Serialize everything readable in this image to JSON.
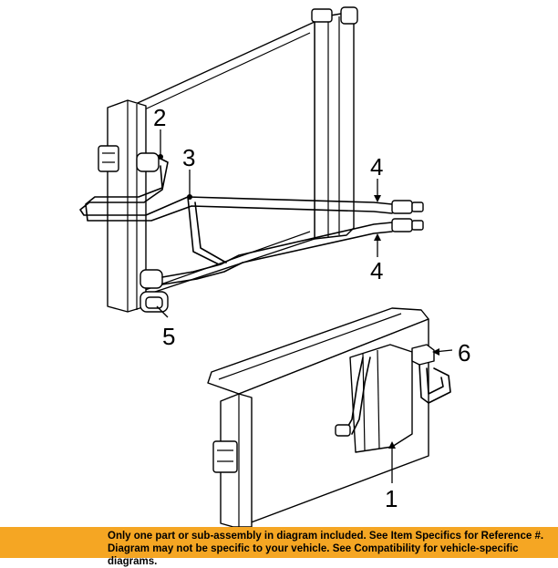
{
  "callouts": {
    "c1": "1",
    "c2": "2",
    "c3": "3",
    "c4a": "4",
    "c4b": "4",
    "c5": "5",
    "c6": "6"
  },
  "disclaimer": {
    "line1": "Only one part or sub-assembly in diagram included. See Item Specifics for Reference #.",
    "line2": "Diagram may not be specific to your vehicle. See Compatibility for vehicle-specific diagrams."
  },
  "colors": {
    "disclaimer_background": "#f5a623",
    "line_art": "#000000"
  }
}
